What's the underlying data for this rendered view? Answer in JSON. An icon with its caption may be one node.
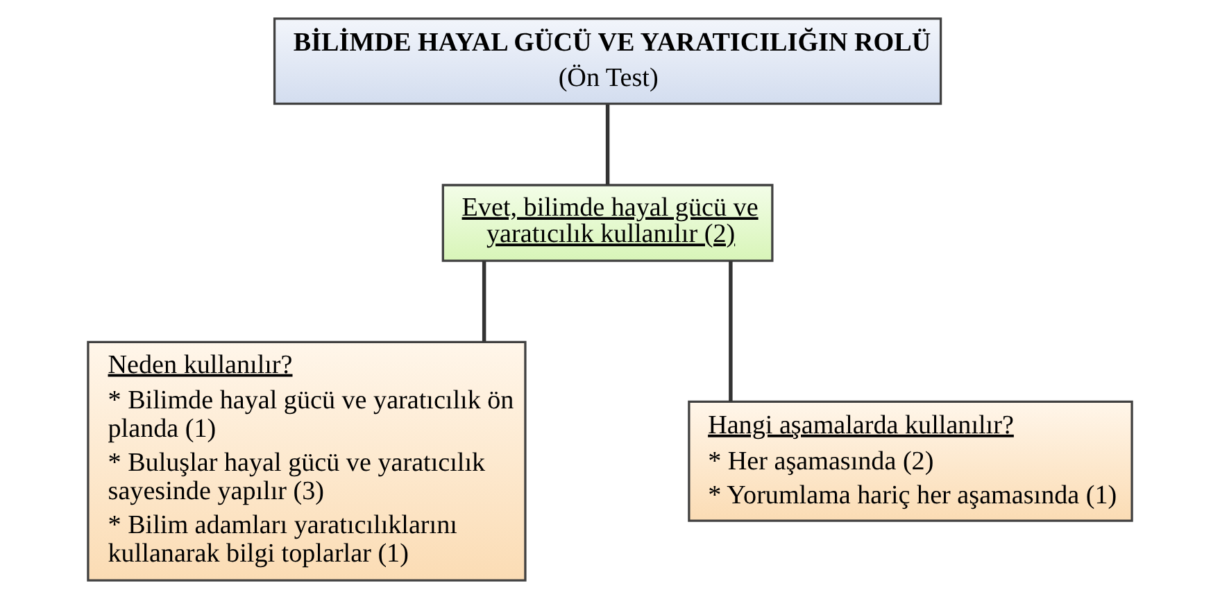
{
  "diagram": {
    "nodes": [
      {
        "text": [
          "BİLİMDE HAYAL GÜCÜ VE YARATICILIĞIN ROLÜ",
          "(Ön Test)"
        ]
      },
      {
        "text": [
          "Evet, bilimde hayal gücü ve yaratıcılık kullanılır (2)"
        ]
      },
      {
        "text": [
          "Neden kullanılır?",
          "* Bilimde hayal gücü ve yaratıcılık ön planda (1)",
          "* Buluşlar hayal gücü ve yaratıcılık sayesinde yapılır (3)",
          "* Bilim adamları yaratıcılıklarını kullanarak bilgi toplarlar (1)"
        ]
      },
      {
        "text": [
          "Hangi aşamalarda kullanılır?",
          "* Her aşamasında (2)",
          "* Yorumlama hariç her aşamasında (1)"
        ]
      }
    ],
    "edges": [
      {
        "from": 0,
        "to": 1,
        "arrow": "none"
      },
      {
        "from": 1,
        "to": 2,
        "arrow": "none"
      },
      {
        "from": 1,
        "to": 3,
        "arrow": "none"
      }
    ]
  }
}
